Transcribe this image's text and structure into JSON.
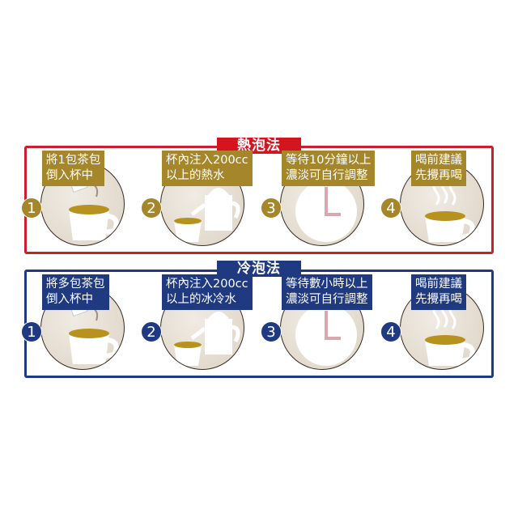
{
  "hot": {
    "title": "熱泡法",
    "color": "#c8202c",
    "steps": [
      {
        "num": "1",
        "line1": "將1包茶包",
        "line2": "倒入杯中"
      },
      {
        "num": "2",
        "line1": "杯內注入200cc",
        "line2": "以上的熱水"
      },
      {
        "num": "3",
        "line1": "等待10分鐘以上",
        "line2": "濃淡可自行調整"
      },
      {
        "num": "4",
        "line1": "喝前建議",
        "line2": "先攪再喝"
      }
    ]
  },
  "cold": {
    "title": "冷泡法",
    "color": "#1f3a80",
    "steps": [
      {
        "num": "1",
        "line1": "將多包茶包",
        "line2": "倒入杯中"
      },
      {
        "num": "2",
        "line1": "杯內注入200cc",
        "line2": "以上的冰冷水"
      },
      {
        "num": "3",
        "line1": "等待數小時以上",
        "line2": "濃淡可自行調整"
      },
      {
        "num": "4",
        "line1": "喝前建議",
        "line2": "先攪再喝"
      }
    ]
  }
}
